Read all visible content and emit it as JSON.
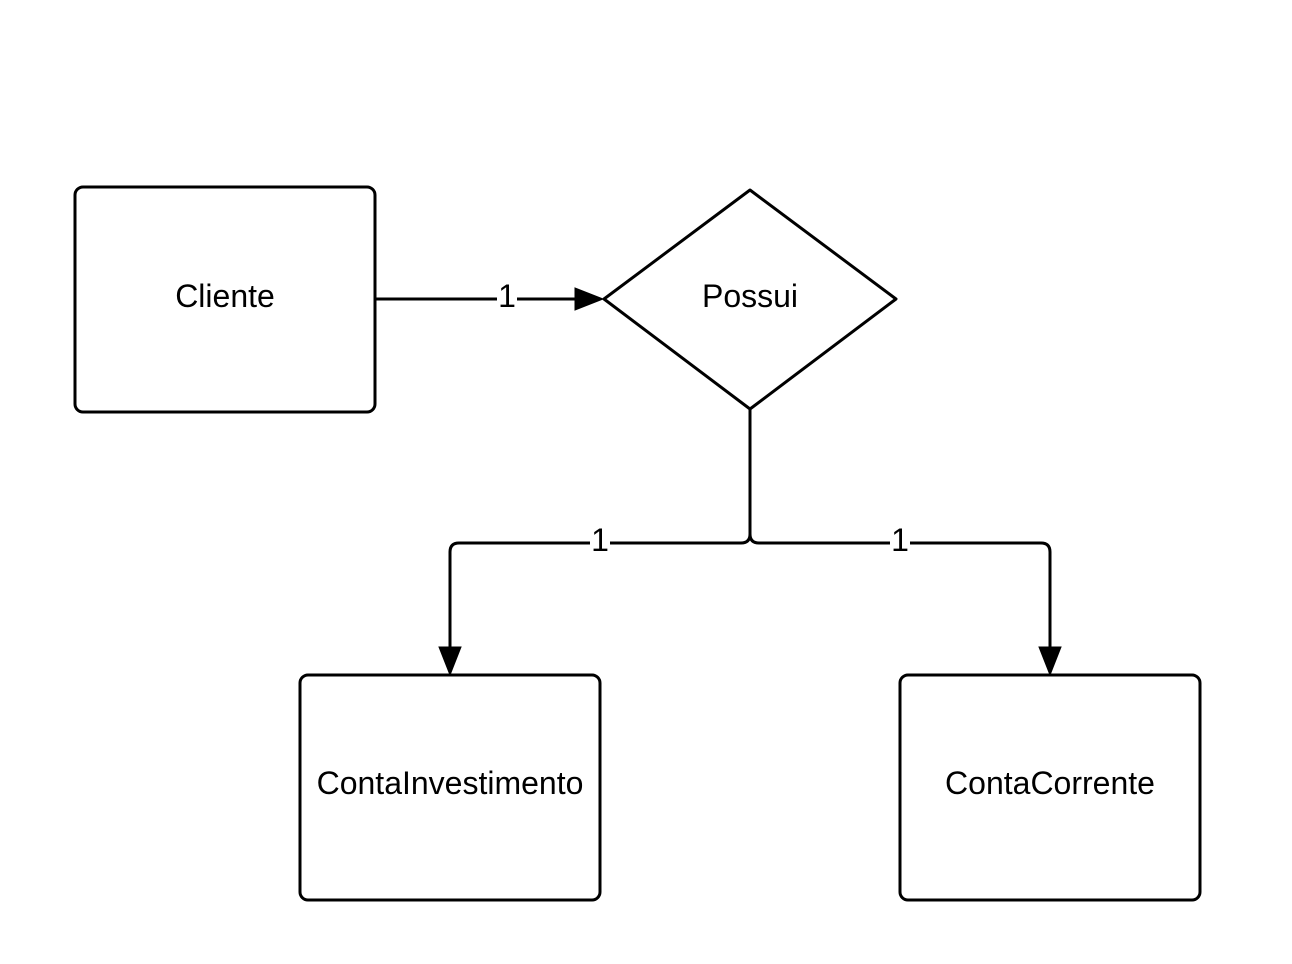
{
  "entities": {
    "cliente": "Cliente",
    "conta_investimento": "ContaInvestimento",
    "conta_corrente": "ContaCorrente"
  },
  "relationship": {
    "possui": "Possui"
  },
  "cardinalities": {
    "cliente_possui": "1",
    "possui_conta_investimento": "1",
    "possui_conta_corrente": "1"
  },
  "colors": {
    "stroke": "#000000",
    "background": "#ffffff"
  }
}
